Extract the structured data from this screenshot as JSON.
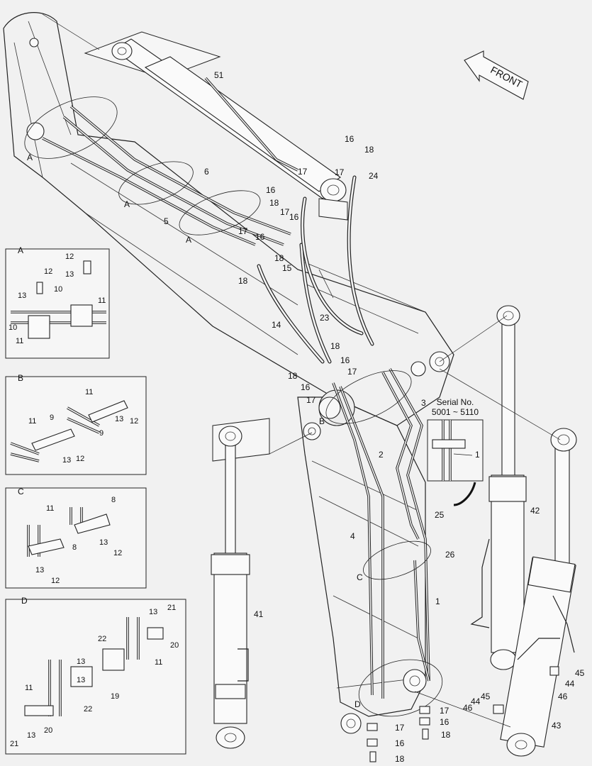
{
  "front_label": "FRONT",
  "serial": {
    "title": "Serial No.",
    "range": "5001 ~ 5110",
    "callout": "1"
  },
  "details": {
    "A": {
      "title": "A",
      "callouts": [
        "12",
        "12",
        "13",
        "13",
        "10",
        "11",
        "10",
        "11"
      ]
    },
    "B": {
      "title": "B",
      "callouts": [
        "11",
        "9",
        "13",
        "12",
        "11",
        "9",
        "13",
        "12"
      ]
    },
    "C": {
      "title": "C",
      "callouts": [
        "11",
        "8",
        "8",
        "13",
        "12",
        "13",
        "12"
      ]
    },
    "D": {
      "title": "D",
      "callouts": [
        "13",
        "21",
        "20",
        "22",
        "13",
        "11",
        "13",
        "19",
        "11",
        "22",
        "21",
        "13",
        "20"
      ]
    }
  },
  "main_callouts": [
    "51",
    "16",
    "18",
    "17",
    "24",
    "17",
    "16",
    "18",
    "6",
    "A",
    "17",
    "16",
    "A",
    "5",
    "A",
    "17",
    "16",
    "18",
    "18",
    "15",
    "23",
    "14",
    "18",
    "16",
    "17",
    "18",
    "16",
    "17",
    "3",
    "B",
    "2",
    "25",
    "4",
    "26",
    "C",
    "1",
    "42",
    "41",
    "45",
    "44",
    "46",
    "45",
    "44",
    "46",
    "D",
    "17",
    "16",
    "18",
    "17",
    "16",
    "18",
    "43"
  ],
  "section_refs": [
    "A",
    "B",
    "C",
    "D"
  ]
}
